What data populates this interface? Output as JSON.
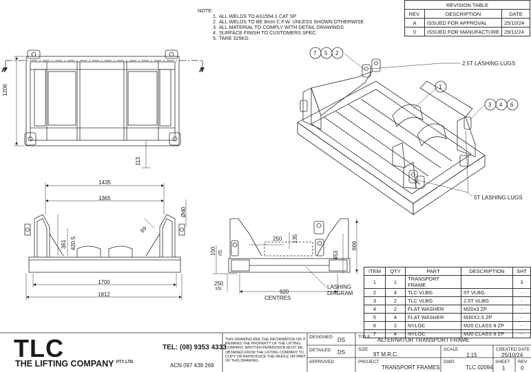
{
  "notes": {
    "heading": "NOTE:",
    "items": [
      {
        "n": "1.",
        "text": "ALL WELDS TO AS1554.1 CAT SP"
      },
      {
        "n": "2.",
        "text": "ALL WELDS TO BE 8mm C.F.W. UNLESS SHOWN OTHERWISE"
      },
      {
        "n": "3.",
        "text": "ALL MATERIAL TO COMPLY WITH DETAIL DRAWINGS"
      },
      {
        "n": "4.",
        "text": "SURFACE FINISH TO CUSTOMERS SPEC."
      },
      {
        "n": "5.",
        "text": "TARE 325KG"
      }
    ]
  },
  "revision_table": {
    "title": "REVISION TABLE",
    "headers": [
      "REV.",
      "DESCRIPTION",
      "DATE"
    ],
    "rows": [
      [
        "A",
        "ISSUED FOR APPROVAL",
        "25/10/24"
      ],
      [
        "0",
        "ISSUED FOR MANUFACTURE",
        "29/11/24"
      ]
    ]
  },
  "parts_list": {
    "headers": [
      "ITEM",
      "QTY",
      "PART",
      "DESCRIPTION",
      "SHT"
    ],
    "rows": [
      [
        "1",
        "1",
        "TRANSPORT FRAME",
        "",
        "3"
      ],
      [
        "2",
        "4",
        "TLC VLBG",
        "5T VLBG",
        "-"
      ],
      [
        "3",
        "2",
        "TLC VLBG",
        "2.5T VLBG",
        "-"
      ],
      [
        "4",
        "2",
        "FLAT WASHER",
        "M20x3 ZP",
        "-"
      ],
      [
        "5",
        "4",
        "FLAT WASHER",
        "M30X2.5 ZP",
        "-"
      ],
      [
        "6",
        "2",
        "NYLOC",
        "M20 CLASS 8 ZP",
        "-"
      ],
      [
        "7",
        "4",
        "NYLOC",
        "M30 CLASS 8 ZP",
        "-"
      ]
    ]
  },
  "plan_view": {
    "section_marker": "A",
    "dim_height": "1206",
    "dim_lower": "113"
  },
  "front_view": {
    "dim_1435": "1435",
    "dim_1365": "1365",
    "dim_1700": "1700",
    "dim_1812": "1812",
    "dim_361": "361",
    "dim_420": "420.5",
    "dim_69": "69",
    "dim_dia40": "Ø40"
  },
  "side_view": {
    "dim_250_top": "250",
    "dim_135": "135",
    "dim_150": "150",
    "dim_150_sub": "I/S",
    "dim_453": "453",
    "dim_666": "666",
    "dim_250_bot": "250",
    "dim_250_bot_sub": "I/S",
    "dim_920": "920",
    "dim_920_sub": "CENTRES",
    "lashing_label_1": "LASHING",
    "lashing_label_2": "DIAGRAM"
  },
  "isometric": {
    "lug_25t": "2.5T LASHING LUGS",
    "lug_5t": "5T LASHING LUGS",
    "balloons_top": [
      "7",
      "5",
      "2"
    ],
    "balloon_frame": "1",
    "balloons_right": [
      "3",
      "4",
      "6"
    ]
  },
  "title_block": {
    "logo": "TLC",
    "company": "THE LIFTING COMPANY",
    "pty": "PTY LTD",
    "tel": "TEL: (08) 9353 4333",
    "acn": "ACN 097 438 269",
    "legal": "THIS DRAWING AND THE INFORMATION ON IT REMAINS THE PROPERTY OF THE LIFTING COMPANY. WRITTEN PERMISSION MUST BE OBTAINED FROM THE LIFTING COMPANY TO COPY OR REPRODUCE THE WHOLE OR PART OF THIS DRAWING.",
    "designed_lbl": "DESIGNED",
    "designed_val": "DS",
    "detailed_lbl": "DETAILED",
    "detailed_val": "DS",
    "approved_lbl": "APPROVED",
    "title_lbl": "TITLE",
    "title_val": "ALTERNATOR TRANSPORT FRAME",
    "size_lbl": "SIZE",
    "size_val": "9T M.R.C.",
    "scale_lbl": "SCALE",
    "scale_val": "1:15",
    "created_lbl": "CREATED DATE",
    "created_val": "25/10/24",
    "project_lbl": "PROJECT",
    "project_val": "TRANSPORT FRAMES",
    "dwg_lbl": "DWG",
    "dwg_val": "TLC 02094",
    "sheet_lbl": "SHEET",
    "sheet_val": "1",
    "rev_lbl": "REV",
    "rev_val": "0"
  }
}
